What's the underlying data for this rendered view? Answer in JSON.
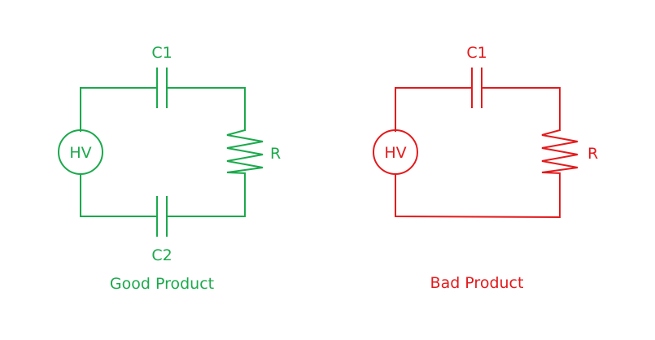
{
  "colors": {
    "good": "#1ba94c",
    "bad": "#e31a1c"
  },
  "good_circuit": {
    "caption": "Good Product",
    "source_label": "HV",
    "c1_label": "C1",
    "c2_label": "C2",
    "resistor_label": "R"
  },
  "bad_circuit": {
    "caption": "Bad Product",
    "source_label": "HV",
    "c1_label": "C1",
    "resistor_label": "R"
  }
}
